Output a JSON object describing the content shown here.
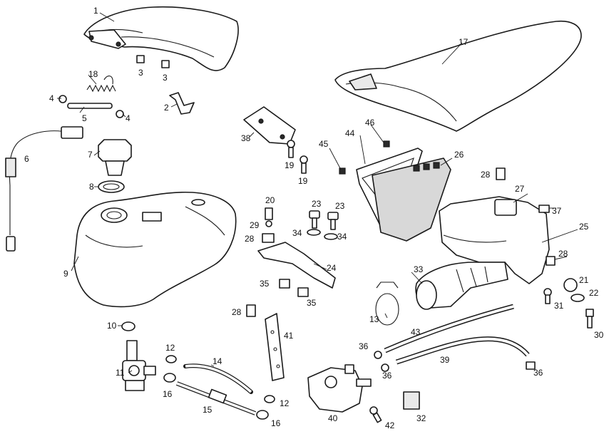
{
  "callouts": {
    "c1": "1",
    "c2": "2",
    "c3a": "3",
    "c3b": "3",
    "c4a": "4",
    "c4b": "4",
    "c5": "5",
    "c6": "6",
    "c7": "7",
    "c8": "8",
    "c9": "9",
    "c10": "10",
    "c11": "11",
    "c12a": "12",
    "c12b": "12",
    "c13": "13",
    "c14": "14",
    "c15": "15",
    "c16a": "16",
    "c16b": "16",
    "c17": "17",
    "c18": "18",
    "c19a": "19",
    "c19b": "19",
    "c20": "20",
    "c21": "21",
    "c22": "22",
    "c23a": "23",
    "c23b": "23",
    "c24": "24",
    "c25": "25",
    "c26": "26",
    "c27": "27",
    "c28a": "28",
    "c28b": "28",
    "c28c": "28",
    "c28d": "28",
    "c29": "29",
    "c30": "30",
    "c31": "31",
    "c32": "32",
    "c33": "33",
    "c34a": "34",
    "c34b": "34",
    "c35a": "35",
    "c35b": "35",
    "c36a": "36",
    "c36b": "36",
    "c36c": "36",
    "c37": "37",
    "c38": "38",
    "c39": "39",
    "c40": "40",
    "c41": "41",
    "c42": "42",
    "c43": "43",
    "c44": "44",
    "c45": "45",
    "c46": "46"
  }
}
